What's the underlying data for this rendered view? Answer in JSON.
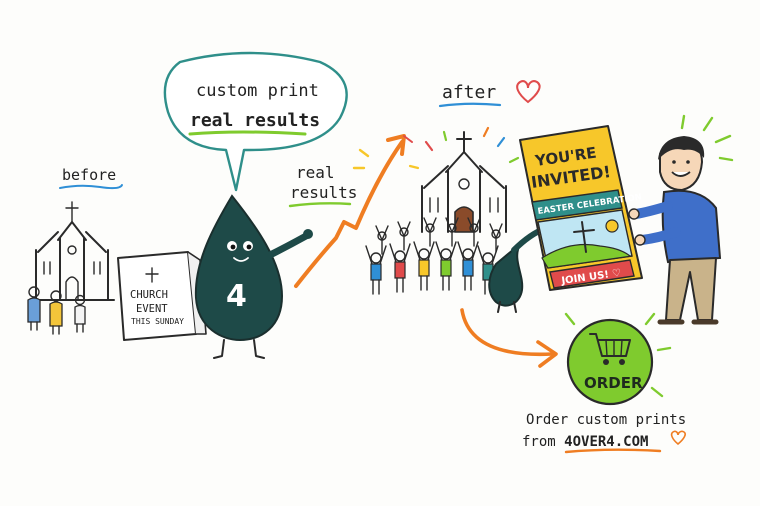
{
  "labels": {
    "before": "before",
    "after": "after",
    "real_results_side_1": "real",
    "real_results_side_2": "results",
    "bubble_line_1": "custom print",
    "bubble_line_2": "real results",
    "mascot_number": "4"
  },
  "sign": {
    "line_1": "CHURCH",
    "line_2": "EVENT",
    "line_3": "THIS SUNDAY"
  },
  "poster": {
    "headline_1": "YOU'RE",
    "headline_2": "INVITED!",
    "banner": "EASTER CELEBRATION",
    "cta": "JOIN US! ♡"
  },
  "order": {
    "button_label": "ORDER",
    "caption_line_1": "Order custom prints",
    "caption_prefix": "from ",
    "caption_site": "4OVER4.COM"
  },
  "colors": {
    "teal_mascot": "#1e4a48",
    "orange_arrow": "#ef7d22",
    "green_button": "#7fcb2e",
    "poster_yellow": "#f7c72a",
    "poster_teal": "#2f8f8a",
    "heart_red": "#e04b4b",
    "underline_blue": "#2f8fd6"
  }
}
